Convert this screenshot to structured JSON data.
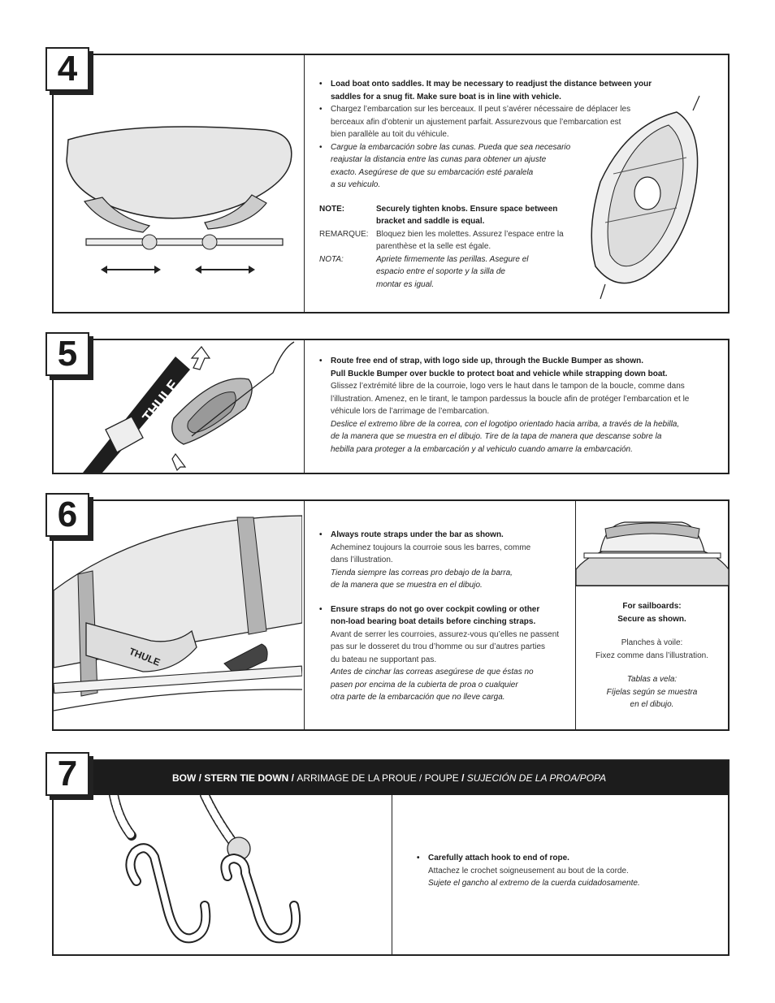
{
  "steps": {
    "s4": {
      "number": "4",
      "bullets": [
        {
          "en": "Load boat onto saddles. It may be necessary to readjust the distance between your",
          "en2": "saddles for a snug fit. Make sure boat is in line with vehicle."
        },
        {
          "fr1": "Chargez l’embarcation sur les berceaux. Il peut s’avérer nécessaire de déplacer les",
          "fr2": "berceaux afin d’obtenir un ajustement parfait. Assurezvous que l’embarcation est",
          "fr3": "bien parallèle au toit du véhicule."
        },
        {
          "es1": "Cargue la embarcación sobre las cunas. Pueda que sea necesario",
          "es2": "reajustar la distancia entre las cunas para obtener un ajuste",
          "es3": "exacto. Asegúrese de que su embarcación esté paralela",
          "es4": "a su vehiculo."
        }
      ],
      "note": {
        "en_label": "NOTE:",
        "en_1": "Securely tighten knobs. Ensure space between",
        "en_2": "bracket and saddle is equal.",
        "fr_label": "REMARQUE:",
        "fr_1": "Bloquez bien les molettes. Assurez l’espace entre la",
        "fr_2": "parenthèse et la selle est égale.",
        "es_label": "NOTA:",
        "es_1": "Apriete firmemente las perillas. Asegure el",
        "es_2": "espacio entre el soporte y la silla de",
        "es_3": "montar es igual."
      }
    },
    "s5": {
      "number": "5",
      "en1": "Route free end of strap, with logo side up, through the Buckle Bumper as shown.",
      "en2": "Pull Buckle Bumper over buckle to protect boat and vehicle while strapping down boat.",
      "fr1": "Glissez l’extrémité libre de la courroie, logo vers le haut dans le tampon de la boucle, comme dans",
      "fr2": "l’illustration. Amenez, en le tirant, le tampon pardessus la boucle afin de protéger l’embarcation et le",
      "fr3": "véhicule lors de l’arrimage de l’embarcation.",
      "es1": "Deslice el extremo libre de la correa, con el logotipo orientado hacia arriba, a través de la hebilla,",
      "es2": "de la manera que se muestra en el dibujo. Tire de la tapa de manera que descanse sobre la",
      "es3": "hebilla para proteger a la embarcación y al vehiculo cuando amarre la embarcación.",
      "logo": "THULE"
    },
    "s6": {
      "number": "6",
      "b1": {
        "en": "Always route straps under the bar as shown.",
        "fr1": "Acheminez toujours la courroie sous les barres, comme",
        "fr2": "dans l’illustration.",
        "es1": "Tienda siempre las correas pro debajo de la barra,",
        "es2": "de la manera que se muestra en el dibujo."
      },
      "b2": {
        "en1": "Ensure straps do not go over cockpit cowling or other",
        "en2": "non-load bearing boat details before cinching straps.",
        "fr1": "Avant de serrer les courroies, assurez-vous qu’elles ne passent",
        "fr2": "pas sur le dosseret du trou d’homme ou sur d’autres parties",
        "fr3": "du bateau ne supportant pas.",
        "es1": "Antes de cinchar las correas asegúrese de que éstas no",
        "es2": "pasen por encima de la cubierta de proa o cualquier",
        "es3": "otra parte de la embarcación que no lleve carga."
      },
      "sail": {
        "en1": "For sailboards:",
        "en2": "Secure as shown.",
        "fr1": "Planches à voile:",
        "fr2": "Fixez comme dans l’illustration.",
        "es1": "Tablas a vela:",
        "es2": "Fíjelas según se muestra",
        "es3": "en el dibujo."
      },
      "logo": "THULE"
    },
    "s7": {
      "number": "7",
      "banner_en": "BOW / STERN TIE DOWN /",
      "banner_fr": "ARRIMAGE DE LA PROUE / POUPE",
      "banner_sep": "/",
      "banner_es": "SUJECIÓN DE LA PROA/POPA",
      "en": "Carefully attach hook to end of rope.",
      "fr": "Attachez le crochet soigneusement au bout de la corde.",
      "es": "Sujete el gancho al extremo de la cuerda cuidadosamente."
    }
  },
  "colors": {
    "border": "#222222",
    "banner_bg": "#1c1c1c",
    "boat_fill": "#e6e6e6"
  }
}
